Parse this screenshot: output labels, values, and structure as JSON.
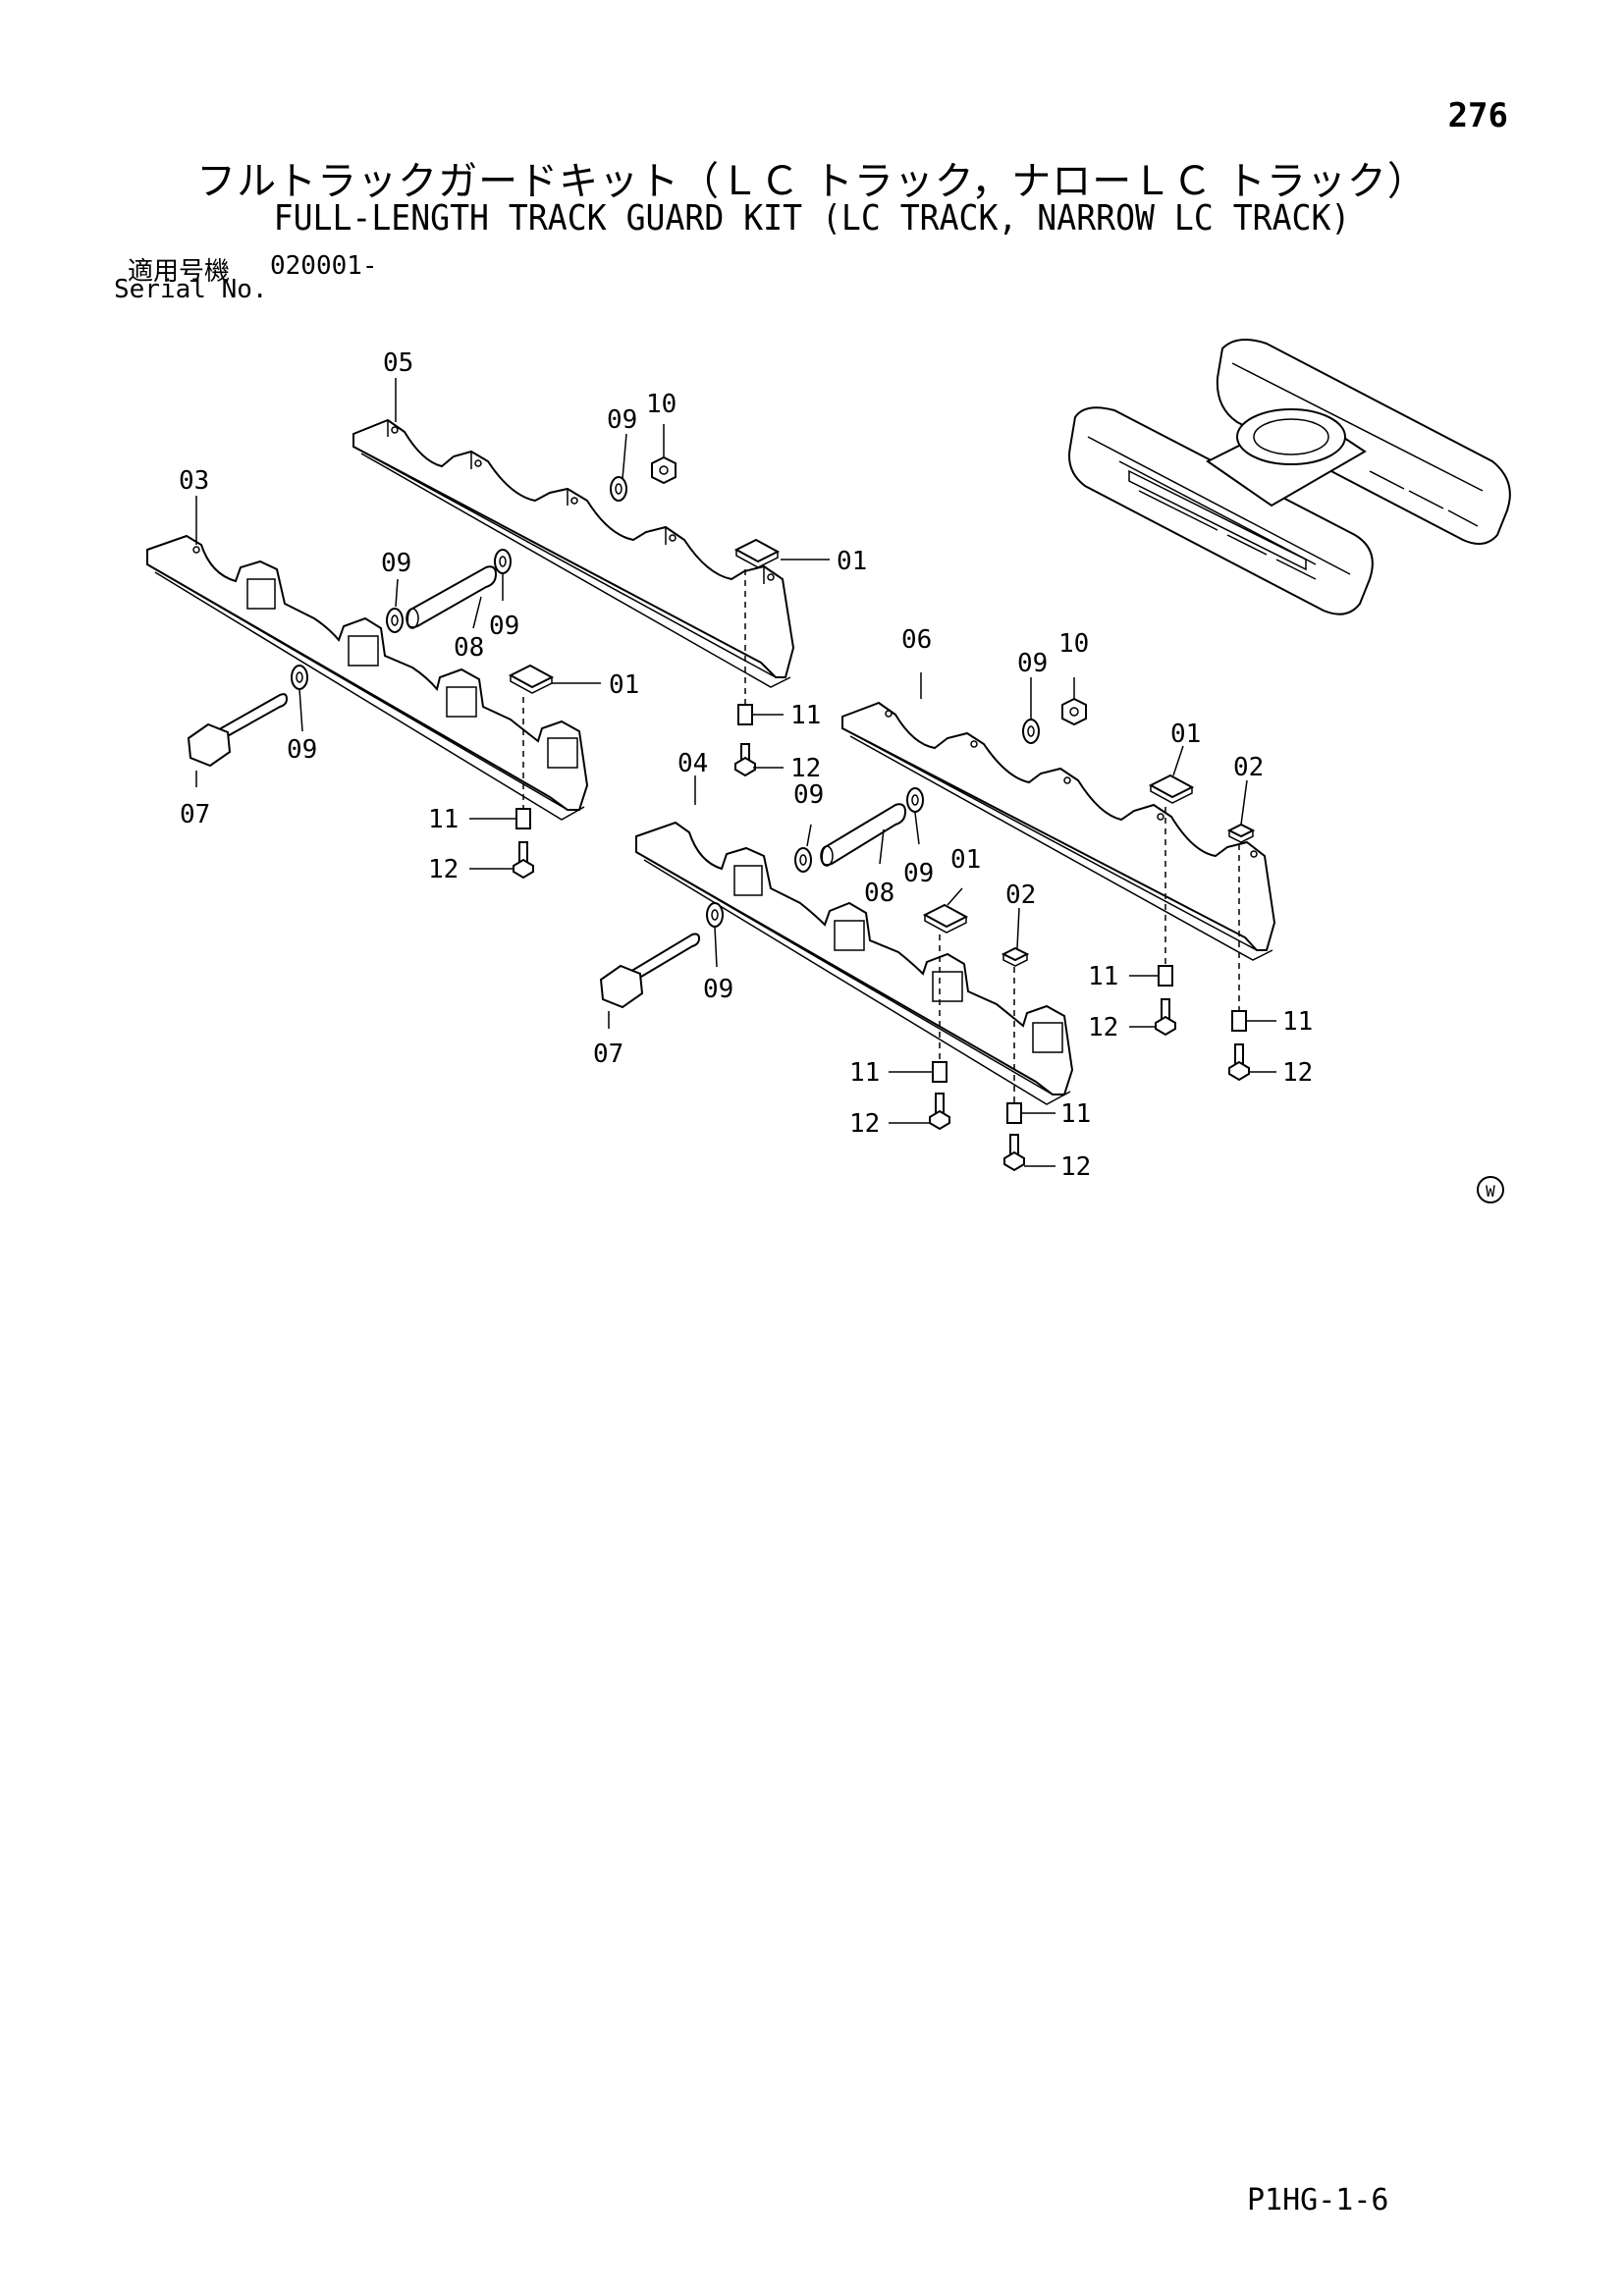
{
  "header": {
    "page_number": "276",
    "title_jp": "フルトラックガードキット（ＬＣ トラック，ナローＬＣ トラック）",
    "title_en": "FULL-LENGTH TRACK GUARD KIT (LC TRACK, NARROW LC TRACK)",
    "serial_label_jp": "適用号機",
    "serial_value": "020001-",
    "serial_label_en": "Serial No."
  },
  "diagram": {
    "callouts": {
      "c05": "05",
      "c03": "03",
      "c09a": "09",
      "c10a": "10",
      "c09b": "09",
      "c09c": "09",
      "c08a": "08",
      "c01a": "01",
      "c01b": "01",
      "c09d": "09",
      "c07a": "07",
      "c11a": "11",
      "c12a": "12",
      "c11b": "11",
      "c12b": "12",
      "c06": "06",
      "c09e": "09",
      "c10b": "10",
      "c04": "04",
      "c09f": "09",
      "c09g": "09",
      "c08b": "08",
      "c01c": "01",
      "c01d": "01",
      "c02a": "02",
      "c02b": "02",
      "c09h": "09",
      "c07b": "07",
      "c11c": "11",
      "c12c": "12",
      "c11d": "11",
      "c12d": "12",
      "c11e": "11",
      "c12e": "12",
      "c11f": "11",
      "c12f": "12"
    },
    "mark": "W"
  },
  "footer": {
    "code": "P1HG-1-6"
  }
}
